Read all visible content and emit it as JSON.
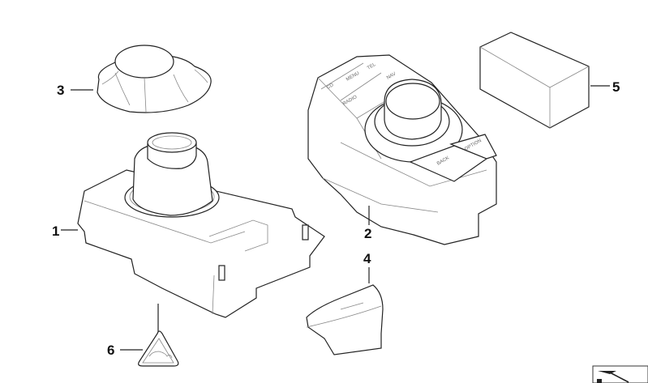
{
  "diagram": {
    "type": "exploded-parts-diagram",
    "parts": [
      {
        "number": "1",
        "name": "controller-base-housing"
      },
      {
        "number": "2",
        "name": "idrive-controller"
      },
      {
        "number": "3",
        "name": "controller-knob-cap"
      },
      {
        "number": "4",
        "name": "cover-clip"
      },
      {
        "number": "5",
        "name": "foam-block"
      },
      {
        "number": "6",
        "name": "warning-label"
      }
    ],
    "controller_buttons": [
      "CD",
      "MENU",
      "TEL",
      "RADIO",
      "NAV",
      "BACK",
      "OPTION"
    ]
  },
  "labels": {
    "p1": "1",
    "p2": "2",
    "p3": "3",
    "p4": "4",
    "p5": "5",
    "p6": "6"
  }
}
